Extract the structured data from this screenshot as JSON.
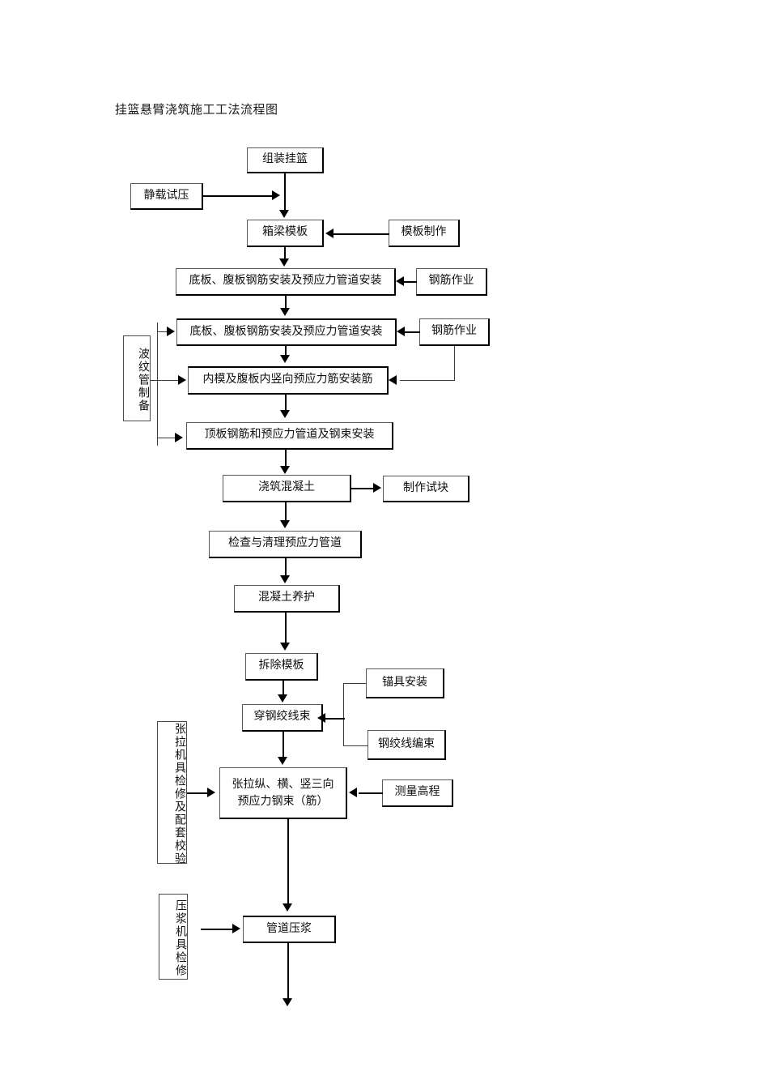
{
  "document": {
    "title": "挂篮悬臂浇筑施工工法流程图"
  },
  "diagram": {
    "type": "flowchart",
    "orientation": "top-to-bottom",
    "nodes": [
      {
        "id": "assemble-cradle",
        "label": "组装挂篮"
      },
      {
        "id": "static-load-test",
        "label": "静载试压"
      },
      {
        "id": "box-girder-formwork",
        "label": "箱梁模板"
      },
      {
        "id": "formwork-fabrication",
        "label": "模板制作"
      },
      {
        "id": "rebar-duct-install-1",
        "label": "底板、腹板钢筋安装及预应力管道安装"
      },
      {
        "id": "rebar-work-1",
        "label": "钢筋作业"
      },
      {
        "id": "rebar-duct-install-2",
        "label": "底板、腹板钢筋安装及预应力管道安装"
      },
      {
        "id": "rebar-work-2",
        "label": "钢筋作业"
      },
      {
        "id": "corrugated-pipe-prep",
        "label": "波纹管制备"
      },
      {
        "id": "inner-formwork-vertical-tendon",
        "label": "内模及腹板内竖向预应力筋安装筋"
      },
      {
        "id": "top-slab-rebar-duct-strand",
        "label": "顶板钢筋和预应力管道及钢束安装"
      },
      {
        "id": "pour-concrete",
        "label": "浇筑混凝土"
      },
      {
        "id": "make-test-block",
        "label": "制作试块"
      },
      {
        "id": "inspect-clean-duct",
        "label": "检查与清理预应力管道"
      },
      {
        "id": "concrete-curing",
        "label": "混凝土养护"
      },
      {
        "id": "remove-formwork",
        "label": "拆除模板"
      },
      {
        "id": "thread-strand-bundle",
        "label": "穿钢绞线束"
      },
      {
        "id": "anchorage-install",
        "label": "锚具安装"
      },
      {
        "id": "strand-bundling",
        "label": "钢绞线编束"
      },
      {
        "id": "jack-overhaul",
        "label": "张拉机具检修及配套校验"
      },
      {
        "id": "tension-three-way",
        "label_line1": "张拉纵、横、竖三向",
        "label_line2": "预应力钢束（筋）"
      },
      {
        "id": "survey-elevation",
        "label": "测量高程"
      },
      {
        "id": "grouting-equip-overhaul",
        "label": "压浆机具检修"
      },
      {
        "id": "duct-grouting",
        "label": "管道压浆"
      }
    ]
  }
}
